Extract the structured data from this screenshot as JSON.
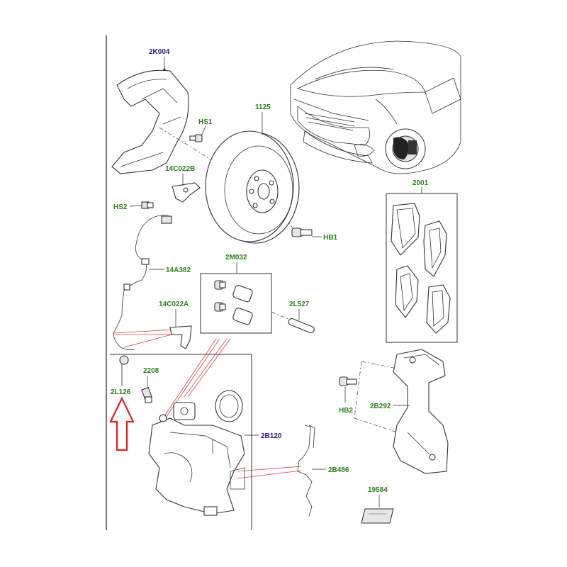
{
  "labels": {
    "2K004": "2K004",
    "1125": "1125",
    "HS1": "HS1",
    "14C022B": "14C022B",
    "HS2": "HS2",
    "HB1": "HB1",
    "2M032": "2M032",
    "14A382": "14A382",
    "2L527": "2L527",
    "14C022A": "14C022A",
    "2001": "2001",
    "2208": "2208",
    "2L126": "2L126",
    "HB2": "HB2",
    "2B292": "2B292",
    "2B120": "2B120",
    "2B486": "2B486",
    "19584": "19584"
  },
  "colors": {
    "callout_green": "#2e7d1f",
    "callout_blue": "#1b1f8f",
    "highlight_red": "#e03a3a",
    "arrow_red": "#e0201e"
  }
}
